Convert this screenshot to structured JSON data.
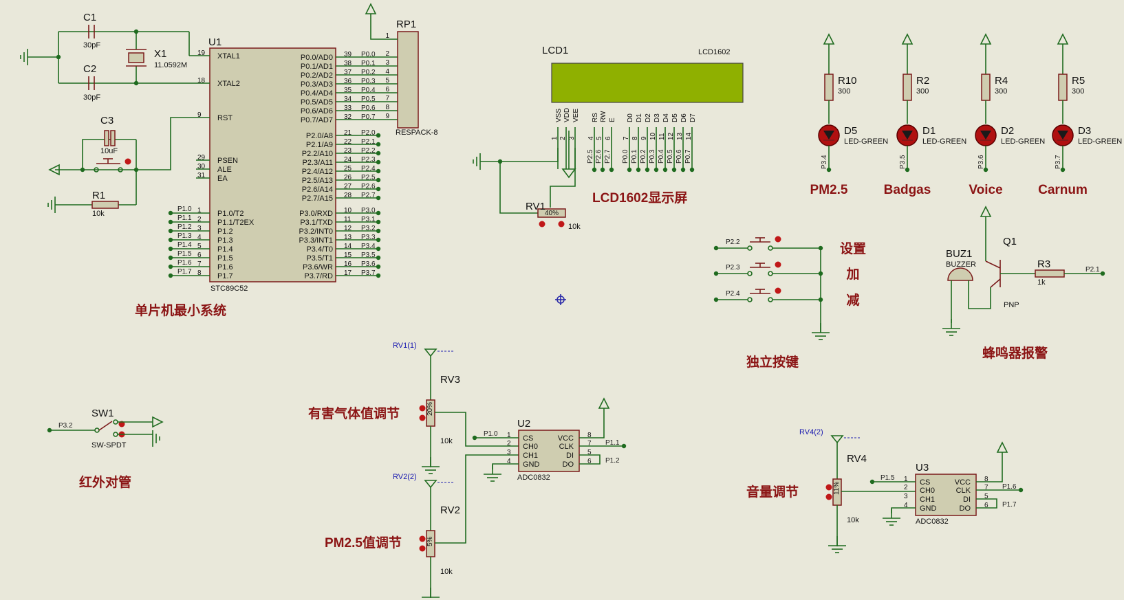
{
  "titles": {
    "mcu": "单片机最小系统",
    "lcd": "LCD1602显示屏",
    "leds": [
      "PM2.5",
      "Badgas",
      "Voice",
      "Carnum"
    ],
    "keys": "独立按键",
    "key_labels": [
      "设置",
      "加",
      "减"
    ],
    "buzzer": "蜂鸣器报警",
    "ir": "红外对管",
    "harmful": "有害气体值调节",
    "pm25": "PM2.5值调节",
    "volume": "音量调节"
  },
  "mcu": {
    "ref": "U1",
    "part": "STC89C52",
    "left_pins": [
      {
        "num": "19",
        "name": "XTAL1"
      },
      {
        "num": "18",
        "name": "XTAL2"
      },
      {
        "num": "9",
        "name": "RST"
      },
      {
        "num": "29",
        "name": "PSEN"
      },
      {
        "num": "30",
        "name": "ALE"
      },
      {
        "num": "31",
        "name": "EA"
      },
      {
        "num": "1",
        "name": "P1.0/T2",
        "net": "P1.0"
      },
      {
        "num": "2",
        "name": "P1.1/T2EX",
        "net": "P1.1"
      },
      {
        "num": "3",
        "name": "P1.2",
        "net": "P1.2"
      },
      {
        "num": "4",
        "name": "P1.3",
        "net": "P1.3"
      },
      {
        "num": "5",
        "name": "P1.4",
        "net": "P1.4"
      },
      {
        "num": "6",
        "name": "P1.5",
        "net": "P1.5"
      },
      {
        "num": "7",
        "name": "P1.6",
        "net": "P1.6"
      },
      {
        "num": "8",
        "name": "P1.7",
        "net": "P1.7"
      }
    ],
    "p0_pins": [
      {
        "num": "39",
        "name": "P0.0/AD0",
        "net": "P0.0"
      },
      {
        "num": "38",
        "name": "P0.1/AD1",
        "net": "P0.1"
      },
      {
        "num": "37",
        "name": "P0.2/AD2",
        "net": "P0.2"
      },
      {
        "num": "36",
        "name": "P0.3/AD3",
        "net": "P0.3"
      },
      {
        "num": "35",
        "name": "P0.4/AD4",
        "net": "P0.4"
      },
      {
        "num": "34",
        "name": "P0.5/AD5",
        "net": "P0.5"
      },
      {
        "num": "33",
        "name": "P0.6/AD6",
        "net": "P0.6"
      },
      {
        "num": "32",
        "name": "P0.7/AD7",
        "net": "P0.7"
      }
    ],
    "p2_pins": [
      {
        "num": "21",
        "name": "P2.0/A8",
        "net": "P2.0"
      },
      {
        "num": "22",
        "name": "P2.1/A9",
        "net": "P2.1"
      },
      {
        "num": "23",
        "name": "P2.2/A10",
        "net": "P2.2"
      },
      {
        "num": "24",
        "name": "P2.3/A11",
        "net": "P2.3"
      },
      {
        "num": "25",
        "name": "P2.4/A12",
        "net": "P2.4"
      },
      {
        "num": "26",
        "name": "P2.5/A13",
        "net": "P2.5"
      },
      {
        "num": "27",
        "name": "P2.6/A14",
        "net": "P2.6"
      },
      {
        "num": "28",
        "name": "P2.7/A15",
        "net": "P2.7"
      }
    ],
    "p3_pins": [
      {
        "num": "10",
        "name": "P3.0/RXD",
        "net": "P3.0"
      },
      {
        "num": "11",
        "name": "P3.1/TXD",
        "net": "P3.1"
      },
      {
        "num": "12",
        "name": "P3.2/INT0",
        "net": "P3.2"
      },
      {
        "num": "13",
        "name": "P3.3/INT1",
        "net": "P3.3"
      },
      {
        "num": "14",
        "name": "P3.4/T0",
        "net": "P3.4"
      },
      {
        "num": "15",
        "name": "P3.5/T1",
        "net": "P3.5"
      },
      {
        "num": "16",
        "name": "P3.6/WR",
        "net": "P3.6"
      },
      {
        "num": "17",
        "name": "P3.7/RD",
        "net": "P3.7"
      }
    ]
  },
  "rp1": {
    "ref": "RP1",
    "part": "RESPACK-8",
    "pin_nums": [
      "1",
      "2",
      "3",
      "4",
      "5",
      "6",
      "7",
      "8",
      "9"
    ]
  },
  "c1": {
    "ref": "C1",
    "value": "30pF"
  },
  "c2": {
    "ref": "C2",
    "value": "30pF"
  },
  "c3": {
    "ref": "C3",
    "value": "10uF"
  },
  "x1": {
    "ref": "X1",
    "value": "11.0592M"
  },
  "r1": {
    "ref": "R1",
    "value": "10k"
  },
  "lcd": {
    "ref": "LCD1",
    "part": "LCD1602",
    "pins": [
      {
        "num": "1",
        "name": "VSS"
      },
      {
        "num": "2",
        "name": "VDD"
      },
      {
        "num": "3",
        "name": "VEE"
      },
      {
        "num": "4",
        "name": "RS",
        "net": "P2.5"
      },
      {
        "num": "5",
        "name": "RW",
        "net": "P2.6"
      },
      {
        "num": "6",
        "name": "E",
        "net": "P2.7"
      },
      {
        "num": "7",
        "name": "D0",
        "net": "P0.0"
      },
      {
        "num": "8",
        "name": "D1",
        "net": "P0.1"
      },
      {
        "num": "9",
        "name": "D2",
        "net": "P0.2"
      },
      {
        "num": "10",
        "name": "D3",
        "net": "P0.3"
      },
      {
        "num": "11",
        "name": "D4",
        "net": "P0.4"
      },
      {
        "num": "12",
        "name": "D5",
        "net": "P0.5"
      },
      {
        "num": "13",
        "name": "D6",
        "net": "P0.6"
      },
      {
        "num": "14",
        "name": "D7",
        "net": "P0.7"
      }
    ],
    "screen_color": "#8fb000"
  },
  "rv1": {
    "ref": "RV1",
    "value": "10k",
    "percent": "40%"
  },
  "leds": [
    {
      "res": "R10",
      "res_value": "300",
      "led": "D5",
      "type": "LED-GREEN",
      "net": "P3.4"
    },
    {
      "res": "R2",
      "res_value": "300",
      "led": "D1",
      "type": "LED-GREEN",
      "net": "P3.5"
    },
    {
      "res": "R4",
      "res_value": "300",
      "led": "D2",
      "type": "LED-GREEN",
      "net": "P3.6"
    },
    {
      "res": "R5",
      "res_value": "300",
      "led": "D3",
      "type": "LED-GREEN",
      "net": "P3.7"
    }
  ],
  "keys": [
    {
      "net": "P2.2"
    },
    {
      "net": "P2.3"
    },
    {
      "net": "P2.4"
    }
  ],
  "buzzer": {
    "ref": "BUZ1",
    "part": "BUZZER",
    "q": "Q1",
    "q_type": "PNP",
    "r": "R3",
    "r_value": "1k",
    "net": "P2.1"
  },
  "sw1": {
    "ref": "SW1",
    "part": "SW-SPDT",
    "net": "P3.2"
  },
  "u2": {
    "ref": "U2",
    "part": "ADC0832",
    "left": [
      {
        "num": "1",
        "name": "CS",
        "net": "P1.0"
      },
      {
        "num": "2",
        "name": "CH0"
      },
      {
        "num": "3",
        "name": "CH1"
      },
      {
        "num": "4",
        "name": "GND"
      }
    ],
    "right": [
      {
        "num": "8",
        "name": "VCC"
      },
      {
        "num": "7",
        "name": "CLK",
        "net": "P1.1"
      },
      {
        "num": "5",
        "name": "DI",
        "net": "P1.2"
      },
      {
        "num": "6",
        "name": "DO"
      }
    ]
  },
  "u3": {
    "ref": "U3",
    "part": "ADC0832",
    "left": [
      {
        "num": "1",
        "name": "CS",
        "net": "P1.5"
      },
      {
        "num": "2",
        "name": "CH0"
      },
      {
        "num": "3",
        "name": "CH1"
      },
      {
        "num": "4",
        "name": "GND"
      }
    ],
    "right": [
      {
        "num": "8",
        "name": "VCC"
      },
      {
        "num": "7",
        "name": "CLK",
        "net": "P1.6"
      },
      {
        "num": "5",
        "name": "DI",
        "net": "P1.7"
      },
      {
        "num": "6",
        "name": "DO"
      }
    ]
  },
  "rv3": {
    "ref": "RV3",
    "value": "10k",
    "percent": "20%",
    "probe": "RV1(1)"
  },
  "rv2": {
    "ref": "RV2",
    "value": "10k",
    "percent": "5%",
    "probe": "RV2(2)"
  },
  "rv4": {
    "ref": "RV4",
    "value": "10k",
    "percent": "11%",
    "probe": "RV4(2)"
  }
}
